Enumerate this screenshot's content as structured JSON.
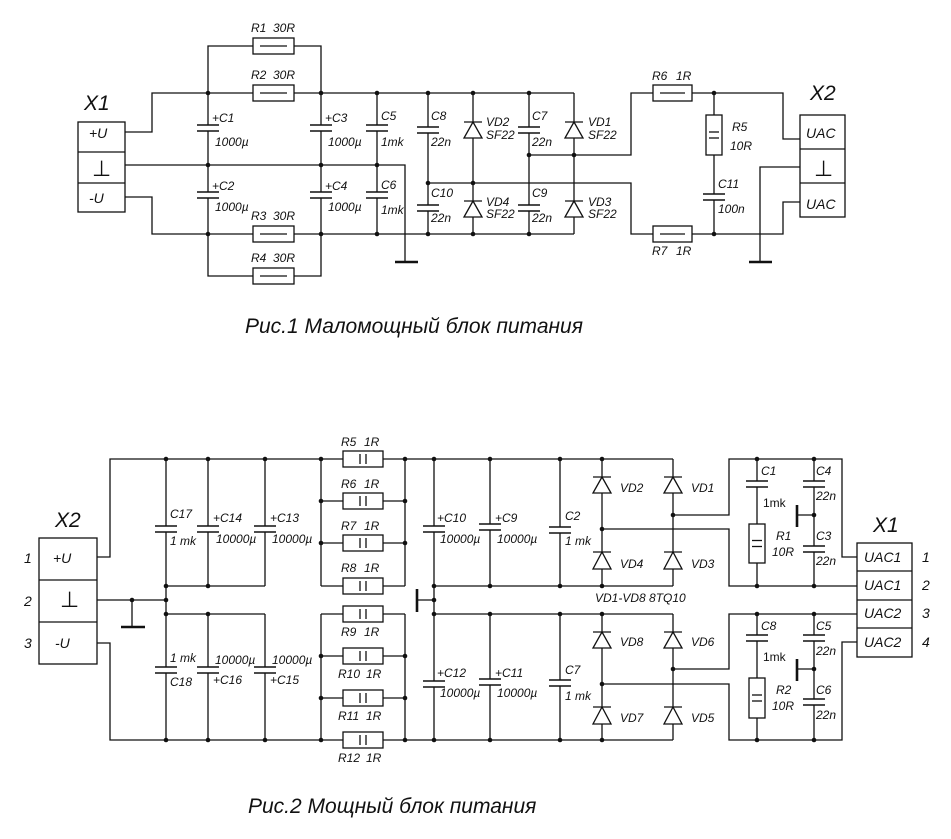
{
  "fig1": {
    "caption": "Рис.1 Маломощный блок питания",
    "X1": {
      "label": "X1",
      "pins": [
        "+U",
        "⊥",
        "-U"
      ]
    },
    "X2": {
      "label": "X2",
      "pins": [
        "UAC",
        "⊥",
        "UAC"
      ]
    },
    "R1": {
      "name": "R1",
      "value": "30R"
    },
    "R2": {
      "name": "R2",
      "value": "30R"
    },
    "R3": {
      "name": "R3",
      "value": "30R"
    },
    "R4": {
      "name": "R4",
      "value": "30R"
    },
    "R5": {
      "name": "R5",
      "value": "10R"
    },
    "R6": {
      "name": "R6",
      "value": "1R"
    },
    "R7": {
      "name": "R7",
      "value": "1R"
    },
    "C1": {
      "name": "+C1",
      "value": "1000µ"
    },
    "C2": {
      "name": "+C2",
      "value": "1000µ"
    },
    "C3": {
      "name": "+C3",
      "value": "1000µ"
    },
    "C4": {
      "name": "+C4",
      "value": "1000µ"
    },
    "C5": {
      "name": "C5",
      "value": "1mk"
    },
    "C6": {
      "name": "C6",
      "value": "1mk"
    },
    "C7": {
      "name": "C7",
      "value": "22n"
    },
    "C8": {
      "name": "C8",
      "value": "22n"
    },
    "C9": {
      "name": "C9",
      "value": "22n"
    },
    "C10": {
      "name": "C10",
      "value": "22n"
    },
    "C11": {
      "name": "C11",
      "value": "100n"
    },
    "VD1": {
      "name": "VD1",
      "value": "SF22"
    },
    "VD2": {
      "name": "VD2",
      "value": "SF22"
    },
    "VD3": {
      "name": "VD3",
      "value": "SF22"
    },
    "VD4": {
      "name": "VD4",
      "value": "SF22"
    }
  },
  "fig2": {
    "caption": "Рис.2 Мощный блок питания",
    "X2": {
      "label": "X2",
      "pins": [
        "+U",
        "⊥",
        "-U"
      ],
      "pin_numbers": [
        "1",
        "2",
        "3"
      ]
    },
    "X1": {
      "label": "X1",
      "pins": [
        "UAC1",
        "UAC1",
        "UAC2",
        "UAC2"
      ],
      "pin_numbers": [
        "1",
        "2",
        "3",
        "4"
      ]
    },
    "R1": {
      "name": "R1",
      "value": "10R"
    },
    "R2": {
      "name": "R2",
      "value": "10R"
    },
    "R5": {
      "name": "R5",
      "value": "1R"
    },
    "R6": {
      "name": "R6",
      "value": "1R"
    },
    "R7": {
      "name": "R7",
      "value": "1R"
    },
    "R8": {
      "name": "R8",
      "value": "1R"
    },
    "R9": {
      "name": "R9",
      "value": "1R"
    },
    "R10": {
      "name": "R10",
      "value": "1R"
    },
    "R11": {
      "name": "R11",
      "value": "1R"
    },
    "R12": {
      "name": "R12",
      "value": "1R"
    },
    "C1": {
      "name": "C1",
      "value": "1mk"
    },
    "C2": {
      "name": "C2",
      "value": "1 mk"
    },
    "C3": {
      "name": "C3",
      "value": "22n"
    },
    "C4": {
      "name": "C4",
      "value": "22n"
    },
    "C5": {
      "name": "C5",
      "value": "22n"
    },
    "C6": {
      "name": "C6",
      "value": "22n"
    },
    "C7": {
      "name": "C7",
      "value": "1 mk"
    },
    "C8": {
      "name": "C8",
      "value": "1mk"
    },
    "C9": {
      "name": "+C9",
      "value": "10000µ"
    },
    "C10": {
      "name": "+C10",
      "value": "10000µ"
    },
    "C11": {
      "name": "+C11",
      "value": "10000µ"
    },
    "C12": {
      "name": "+C12",
      "value": "10000µ"
    },
    "C13": {
      "name": "+C13",
      "value": "10000µ"
    },
    "C14": {
      "name": "+C14",
      "value": "10000µ"
    },
    "C15": {
      "name": "+C15",
      "value": "10000µ"
    },
    "C16": {
      "name": "+C16",
      "value": "10000µ"
    },
    "C17": {
      "name": "C17",
      "value": "1 mk"
    },
    "C18": {
      "name": "C18",
      "value": "1 mk"
    },
    "VD": [
      "VD1",
      "VD2",
      "VD3",
      "VD4",
      "VD5",
      "VD6",
      "VD7",
      "VD8"
    ],
    "diode_note": "VD1-VD8 8TQ10"
  }
}
